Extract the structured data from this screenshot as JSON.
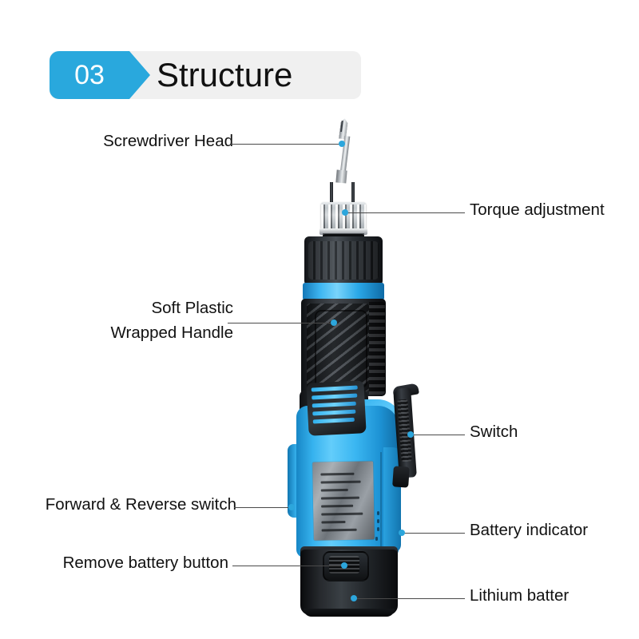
{
  "header": {
    "badge_number": "03",
    "title": "Structure",
    "badge_color": "#29A8DD",
    "bar_color": "#f0f0f0"
  },
  "accent_color": "#2CA6DC",
  "leader_color": "#4a4a4a",
  "product": {
    "name": "cordless electric screwdriver",
    "body_color": "#3ab6f1",
    "grip_color": "#2c3136",
    "chrome_color": "#d9dde0",
    "vent_slat_count": 5
  },
  "callouts": [
    {
      "id": "screwdriver-head",
      "label": "Screwdriver Head",
      "side": "left",
      "lines": [
        "Screwdriver Head"
      ]
    },
    {
      "id": "torque-adjustment",
      "label": "Torque adjustment",
      "side": "right",
      "lines": [
        "Torque adjustment"
      ]
    },
    {
      "id": "soft-plastic-wrapped-handle",
      "label": "Soft Plastic Wrapped Handle",
      "side": "left",
      "lines": [
        "Soft Plastic",
        "Wrapped Handle"
      ]
    },
    {
      "id": "switch",
      "label": "Switch",
      "side": "right",
      "lines": [
        "Switch"
      ]
    },
    {
      "id": "forward-reverse-switch",
      "label": "Forward & Reverse switch",
      "side": "left",
      "lines": [
        "Forward & Reverse switch"
      ]
    },
    {
      "id": "battery-indicator",
      "label": "Battery indicator",
      "side": "right",
      "lines": [
        "Battery indicator"
      ]
    },
    {
      "id": "remove-battery-button",
      "label": "Remove battery button",
      "side": "left",
      "lines": [
        "Remove battery button"
      ]
    },
    {
      "id": "lithium-batter",
      "label": "Lithium batter",
      "side": "right",
      "lines": [
        "Lithium batter"
      ]
    }
  ]
}
